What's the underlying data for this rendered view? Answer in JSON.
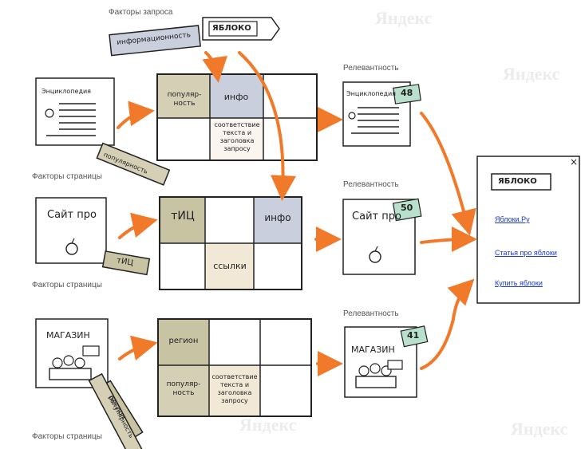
{
  "watermark": "Яндекс",
  "query": {
    "factors_label": "Факторы запроса",
    "text": "ЯБЛОКО",
    "tag": "информационность"
  },
  "relevance_label": "Релевантность",
  "page_factors_label": "Факторы страницы",
  "rows": [
    {
      "doc_title": "Энциклопедия",
      "doc_tag": "популярность",
      "pieces": {
        "a": "популяр-ность",
        "b": "инфо",
        "c": "соответствие текста и заголовка запросу"
      },
      "result_title": "Энциклопедия",
      "score": "48"
    },
    {
      "doc_title": "Сайт про",
      "doc_tag": "тИЦ",
      "pieces": {
        "a": "тИЦ",
        "b": "инфо",
        "c": "ссылки"
      },
      "result_title": "Сайт про",
      "score": "50"
    },
    {
      "doc_title": "МАГАЗИН",
      "doc_tag": "регион",
      "doc_tag2": "популярность",
      "pieces": {
        "a": "регион",
        "b": "популяр-ность",
        "c": "соответствие текста и заголовка запросу"
      },
      "result_title": "МАГАЗИН",
      "score": "41"
    }
  ],
  "serp": {
    "query": "ЯБЛОКО",
    "close": "×",
    "results": [
      "Яблоки.Ру",
      "Статья про яблоки",
      "Купить яблоки"
    ]
  },
  "colors": {
    "arrow": "#f07a2a",
    "info": "#c9cfdd",
    "popular": "#d4cfb5",
    "region": "#c7c3a3",
    "links": "#f2e8d6",
    "score": "#b8e0cd",
    "link": "#1a37d6"
  }
}
